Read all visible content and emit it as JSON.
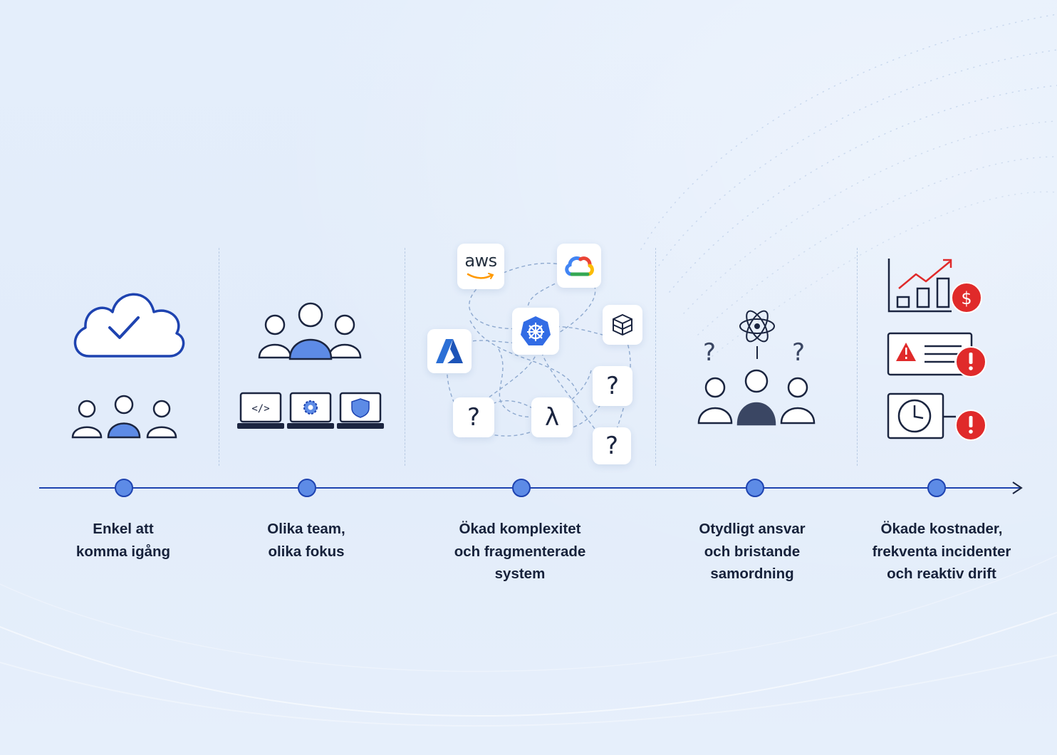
{
  "stages": [
    {
      "label_lines": [
        "Enkel att",
        "komma igång"
      ]
    },
    {
      "label_lines": [
        "Olika team,",
        "olika fokus"
      ]
    },
    {
      "label_lines": [
        "Ökad komplexitet",
        "och fragmenterade",
        "system"
      ]
    },
    {
      "label_lines": [
        "Otydligt ansvar",
        "och bristande",
        "samordning"
      ]
    },
    {
      "label_lines": [
        "Ökade kostnader,",
        "frekventa incidenter",
        "och reaktiv drift"
      ]
    }
  ],
  "tiles": {
    "aws": "aws",
    "lambda": "λ",
    "question": "?"
  },
  "icons": {
    "stage1": [
      "cloud-check-icon",
      "team-icon"
    ],
    "stage2": [
      "team-icon",
      "code-laptop-icon",
      "settings-laptop-icon",
      "security-laptop-icon"
    ],
    "stage3": [
      "aws-logo-icon",
      "google-cloud-logo-icon",
      "azure-logo-icon",
      "kubernetes-icon",
      "storage-cube-icon",
      "lambda-icon",
      "question-icon"
    ],
    "stage4": [
      "atom-icon",
      "question-icon",
      "team-icon"
    ],
    "stage5": [
      "rising-chart-icon",
      "dollar-alert-icon",
      "warning-card-icon",
      "exclamation-icon",
      "clock-icon"
    ]
  },
  "colors": {
    "accent": "#1e43b0",
    "marker_fill": "#5d8be6",
    "alert_red": "#e02a2a",
    "text": "#16213a",
    "background": "#e4eefb"
  }
}
